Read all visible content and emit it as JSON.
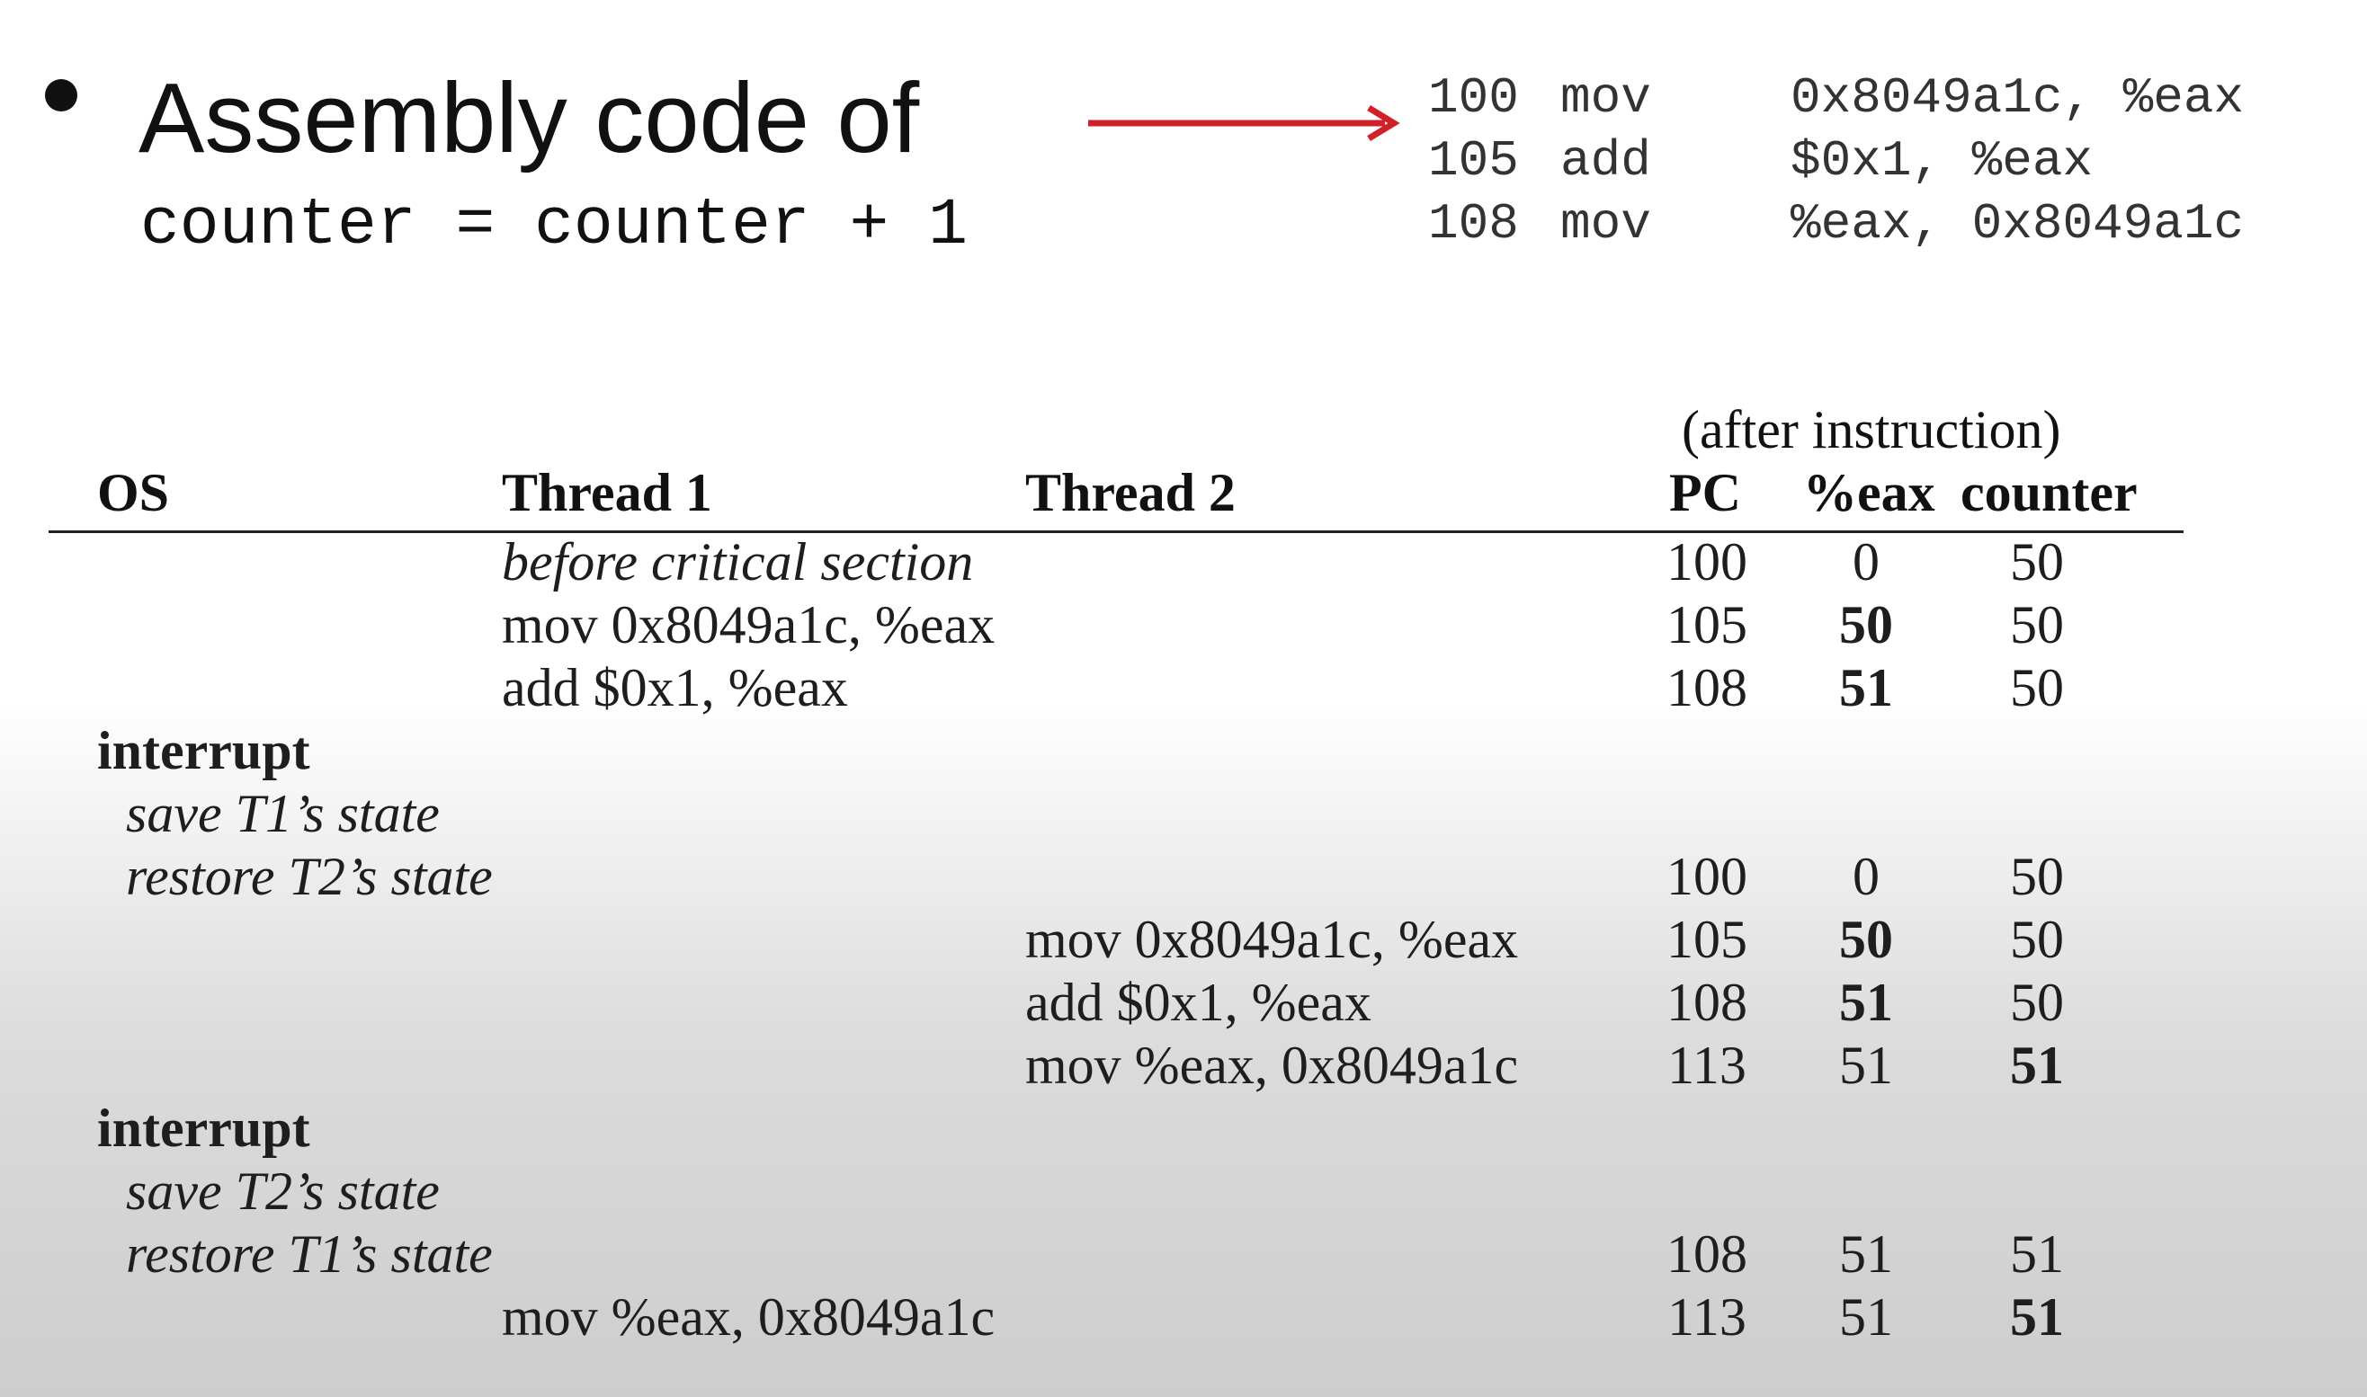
{
  "slide": {
    "heading": "Assembly code of",
    "statement": "counter = counter + 1",
    "arrow_color": "#d0202a",
    "assembly": [
      {
        "addr": "100",
        "op": "mov",
        "args": "0x8049a1c, %eax"
      },
      {
        "addr": "105",
        "op": "add",
        "args": "$0x1, %eax"
      },
      {
        "addr": "108",
        "op": "mov",
        "args": "%eax, 0x8049a1c"
      }
    ]
  },
  "table": {
    "after_label": "(after instruction)",
    "headers": {
      "os": "OS",
      "thread1": "Thread 1",
      "thread2": "Thread 2",
      "pc": "PC",
      "eax": "%eax",
      "counter": "counter"
    },
    "rows": [
      {
        "os": "",
        "thread1": "before critical section",
        "thread2": "",
        "pc": "100",
        "eax": "0",
        "counter": "50"
      },
      {
        "os": "",
        "thread1": "mov 0x8049a1c, %eax",
        "thread2": "",
        "pc": "105",
        "eax": "50",
        "counter": "50"
      },
      {
        "os": "",
        "thread1": "add $0x1, %eax",
        "thread2": "",
        "pc": "108",
        "eax": "51",
        "counter": "50"
      },
      {
        "os": "interrupt",
        "thread1": "",
        "thread2": "",
        "pc": "",
        "eax": "",
        "counter": ""
      },
      {
        "os": "save T1’s state",
        "thread1": "",
        "thread2": "",
        "pc": "",
        "eax": "",
        "counter": ""
      },
      {
        "os": "restore T2’s state",
        "thread1": "",
        "thread2": "",
        "pc": "100",
        "eax": "0",
        "counter": "50"
      },
      {
        "os": "",
        "thread1": "",
        "thread2": "mov 0x8049a1c, %eax",
        "pc": "105",
        "eax": "50",
        "counter": "50"
      },
      {
        "os": "",
        "thread1": "",
        "thread2": "add $0x1, %eax",
        "pc": "108",
        "eax": "51",
        "counter": "50"
      },
      {
        "os": "",
        "thread1": "",
        "thread2": "mov %eax, 0x8049a1c",
        "pc": "113",
        "eax": "51",
        "counter": "51"
      },
      {
        "os": "interrupt",
        "thread1": "",
        "thread2": "",
        "pc": "",
        "eax": "",
        "counter": ""
      },
      {
        "os": "save T2’s state",
        "thread1": "",
        "thread2": "",
        "pc": "",
        "eax": "",
        "counter": ""
      },
      {
        "os": "restore T1’s state",
        "thread1": "",
        "thread2": "",
        "pc": "108",
        "eax": "51",
        "counter": "51"
      },
      {
        "os": "",
        "thread1": "mov %eax, 0x8049a1c",
        "thread2": "",
        "pc": "113",
        "eax": "51",
        "counter": "51"
      }
    ]
  }
}
